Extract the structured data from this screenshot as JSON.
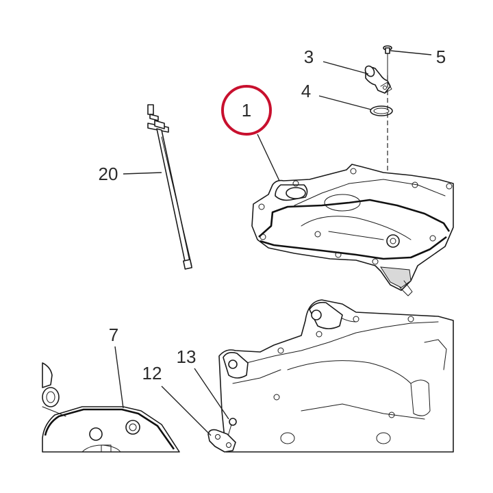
{
  "diagram": {
    "callouts": [
      {
        "id": "callout-1",
        "label": "1",
        "highlighted": true
      },
      {
        "id": "callout-3",
        "label": "3"
      },
      {
        "id": "callout-4",
        "label": "4"
      },
      {
        "id": "callout-5",
        "label": "5"
      },
      {
        "id": "callout-7",
        "label": "7"
      },
      {
        "id": "callout-12",
        "label": "12"
      },
      {
        "id": "callout-13",
        "label": "13"
      },
      {
        "id": "callout-20",
        "label": "20"
      }
    ],
    "highlight_color": "#c8102e",
    "line_color": "#1a1a1a"
  }
}
